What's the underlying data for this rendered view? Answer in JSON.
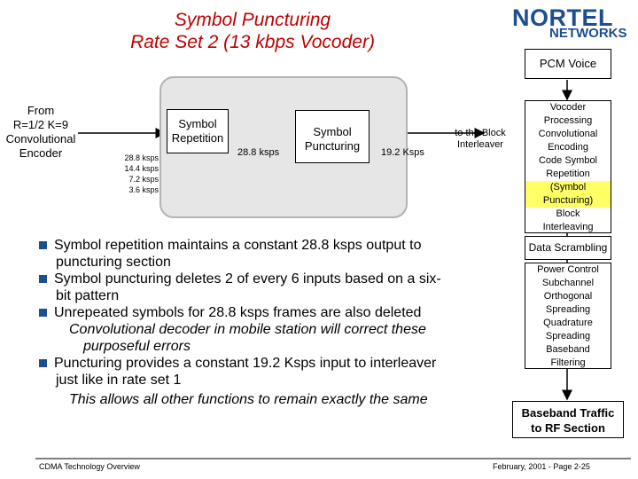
{
  "title": {
    "line1": "Symbol Puncturing",
    "line2": "Rate Set 2  (13 kbps Vocoder)"
  },
  "logo": {
    "line1": "NORTEL",
    "line2": "NETWORKS"
  },
  "diagram": {
    "source_lines": [
      "From",
      "R=1/2  K=9",
      "Convolutional",
      "Encoder"
    ],
    "rates_in": [
      "28.8 ksps",
      "14.4 ksps",
      "7.2 ksps",
      "3.6 ksps"
    ],
    "repetition_lines": [
      "Symbol",
      "Repetition"
    ],
    "rate_mid": "28.8 ksps",
    "puncturing_lines": [
      "Symbol",
      "Puncturing"
    ],
    "rate_out": "19.2 Ksps",
    "dest_lines": [
      "to the Block",
      "Interleaver"
    ]
  },
  "bullets": [
    {
      "lines": [
        "Symbol repetition maintains a constant 28.8 ksps output to",
        "puncturing section"
      ],
      "sub": []
    },
    {
      "lines": [
        "Symbol puncturing deletes 2 of every 6 inputs based on a six-",
        "bit pattern"
      ],
      "sub": []
    },
    {
      "lines": [
        "Unrepeated symbols for 28.8 ksps frames are also deleted"
      ],
      "sub": [
        "Convolutional decoder in mobile station will correct these",
        "purposeful errors"
      ]
    },
    {
      "lines": [
        "Puncturing provides a constant 19.2 Ksps input to interleaver",
        "just like in rate set 1"
      ],
      "sub": [
        "This allows all other functions to remain exactly the same"
      ]
    }
  ],
  "chain": {
    "top": "PCM Voice",
    "group1": [
      "Vocoder",
      "Processing",
      "Convolutional",
      "Encoding",
      "Code Symbol",
      "Repetition",
      "(Symbol",
      "Puncturing)",
      "Block",
      "Interleaving"
    ],
    "highlight_index": [
      6,
      7
    ],
    "scrambling": "Data Scrambling",
    "group2": [
      "Power Control",
      "Subchannel",
      "Orthogonal",
      "Spreading",
      "Quadrature",
      "Spreading",
      "Baseband",
      "Filtering"
    ],
    "bottom": [
      "Baseband Traffic",
      "to RF Section"
    ]
  },
  "footer": {
    "left": "CDMA Technology Overview",
    "right": "February, 2001 -  Page 2-25"
  },
  "colors": {
    "title": "#c00000",
    "brand": "#1d4f8f",
    "highlight": "#ffff66",
    "panel": "#e6e6e6"
  }
}
